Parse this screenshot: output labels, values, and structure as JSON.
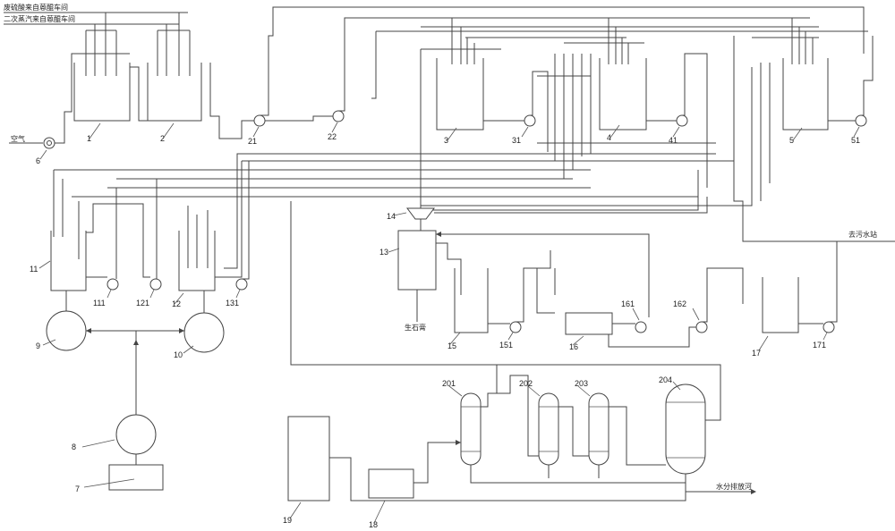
{
  "texts": {
    "top_line_1": "废硫酸来自蒽醌车间",
    "top_line_2": "二次蒸汽来自蒽醌车间",
    "air": "空气",
    "gypsum": "生石膏",
    "to_sewage": "去污水站",
    "water_out": "水分排放河"
  },
  "labels": {
    "n1": "1",
    "n2": "2",
    "n3": "3",
    "n4": "4",
    "n5": "5",
    "n6": "6",
    "n7": "7",
    "n8": "8",
    "n9": "9",
    "n10": "10",
    "n11": "11",
    "n12": "12",
    "n13": "13",
    "n14": "14",
    "n15": "15",
    "n16": "16",
    "n17": "17",
    "n18": "18",
    "n19": "19",
    "n21": "21",
    "n22": "22",
    "n31": "31",
    "n41": "41",
    "n51": "51",
    "n111": "111",
    "n121": "121",
    "n131": "131",
    "n151": "151",
    "n161": "161",
    "n162": "162",
    "n171": "171",
    "n201": "201",
    "n202": "202",
    "n203": "203",
    "n204": "204"
  }
}
